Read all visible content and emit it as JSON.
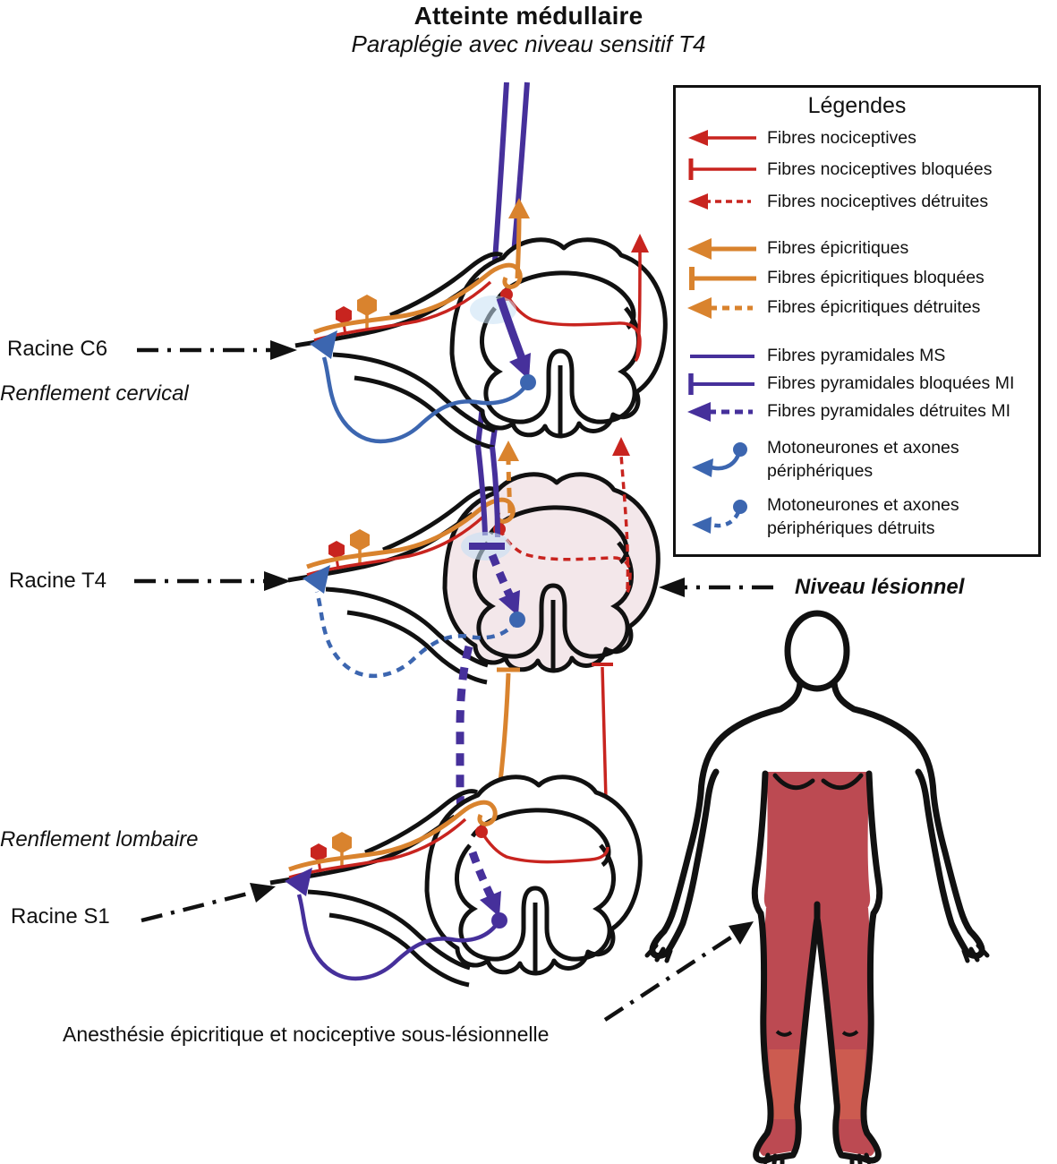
{
  "title": "Atteinte médullaire",
  "subtitle": "Paraplégie avec niveau sensitif T4",
  "labels": {
    "racine_c6": "Racine C6",
    "renflement_cervical": "Renflement cervical",
    "racine_t4": "Racine T4",
    "niveau_lesionnel": "Niveau lésionnel",
    "renflement_lombaire": "Renflement lombaire",
    "racine_s1": "Racine S1",
    "anesthesie": "Anesthésie épicritique et nociceptive sous-lésionnelle"
  },
  "legend": {
    "title": "Légendes",
    "items": [
      {
        "label": "Fibres nociceptives",
        "type": "arrow-solid",
        "color": "nociceptive"
      },
      {
        "label": "Fibres nociceptives bloquées",
        "type": "blocked",
        "color": "nociceptive"
      },
      {
        "label": "Fibres nociceptives détruites",
        "type": "arrow-dashed",
        "color": "nociceptive"
      },
      {
        "label": "Fibres épicritiques",
        "type": "arrow-solid",
        "color": "epicritic"
      },
      {
        "label": "Fibres épicritiques bloquées",
        "type": "blocked",
        "color": "epicritic"
      },
      {
        "label": "Fibres épicritiques détruites",
        "type": "arrow-dashed",
        "color": "epicritic"
      },
      {
        "label": "Fibres pyramidales MS",
        "type": "line",
        "color": "pyramidal"
      },
      {
        "label": "Fibres pyramidales bloquées MI",
        "type": "blocked",
        "color": "pyramidal"
      },
      {
        "label": "Fibres pyramidales détruites MI",
        "type": "arrow-dashed",
        "color": "pyramidal"
      },
      {
        "label": "Motoneurones et axones périphériques",
        "type": "motoneuron-solid",
        "color": "motoneuron"
      },
      {
        "label": "Motoneurones et axones périphériques détruits",
        "type": "motoneuron-dashed",
        "color": "motoneuron"
      }
    ]
  },
  "colors": {
    "nociceptive": "#C8241F",
    "epicritic": "#D9832E",
    "pyramidal": "#46309B",
    "motoneuron": "#3C66B0",
    "lesion_fill": "#F3E7EA",
    "synapse_halo": "#C6E0F4",
    "body_anesthesia": "#BC4A52",
    "body_anesthesia_light": "#CC5B50",
    "outline": "#111111"
  }
}
